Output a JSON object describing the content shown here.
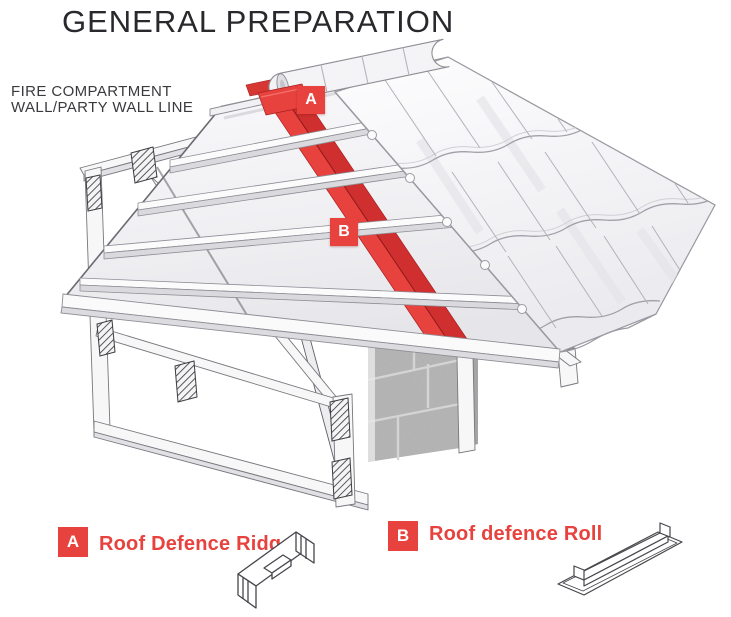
{
  "title": "GENERAL PREPARATION",
  "wall_label": {
    "line1": "FIRE COMPARTMENT",
    "line2": "WALL/PARTY WALL LINE"
  },
  "diagram": {
    "marker_a": "A",
    "marker_b": "B"
  },
  "legend": {
    "item_a": {
      "key": "A",
      "label": "Roof Defence Ridge"
    },
    "item_b": {
      "key": "B",
      "label": "Roof defence Roll"
    }
  },
  "colors": {
    "accent_red": "#e8423e",
    "deep_red": "#c0272b",
    "ink": "#29282c",
    "label_ink": "#3a393d",
    "outline": "#8d8d95"
  }
}
